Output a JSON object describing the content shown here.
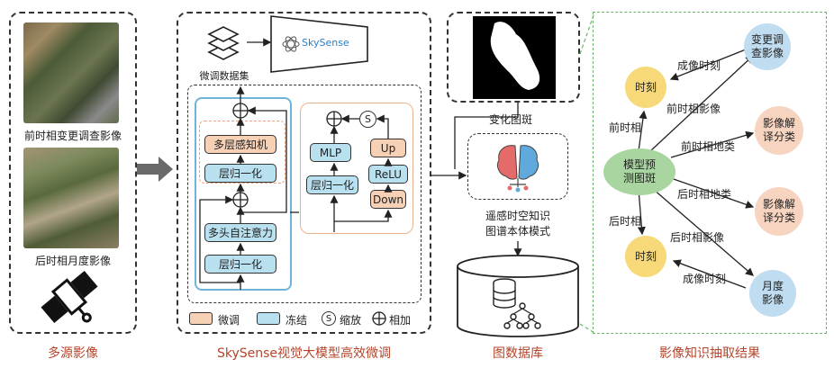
{
  "panel_captions": {
    "multi_source": "多源影像",
    "skysense": "SkySense视觉大模型高效微调",
    "graph_db": "图数据库",
    "knowledge": "影像知识抽取结果"
  },
  "images": {
    "pre_label": "前时相变更调查影像",
    "post_label": "后时相月度影像"
  },
  "model": {
    "dataset_label": "微调数据集",
    "skysense_name": "SkySense",
    "blocks": {
      "mlp_layer": "多层感知机",
      "layernorm_top": "层归一化",
      "attention": "多头自注意力",
      "layernorm_bottom": "层归一化",
      "adapter_mlp": "MLP",
      "adapter_layernorm": "层归一化",
      "up": "Up",
      "relu": "ReLU",
      "down": "Down",
      "scale_symbol": "S"
    },
    "legend": {
      "finetune": "微调",
      "frozen": "冻结",
      "scale_symbol": "S",
      "scale": "缩放",
      "add": "相加"
    }
  },
  "graph_db": {
    "change_patch": "变化图斑",
    "ontology": "遥感时空知识\n图谱本体模式"
  },
  "knowledge": {
    "center": "模型预\n测图斑",
    "time_top": "时刻",
    "time_bottom": "时刻",
    "change_image": "变更调\n查影像",
    "interp_1": "影像解\n译分类",
    "interp_2": "影像解\n译分类",
    "monthly_image": "月度\n影像",
    "edges": {
      "pre_phase": "前时相",
      "pre_image": "前时相影像",
      "pre_class": "前时相地类",
      "post_class": "后时相地类",
      "post_phase": "后时相",
      "post_image": "后时相影像",
      "acq_time_top": "成像时刻",
      "acq_time_bottom": "成像时刻"
    }
  },
  "colors": {
    "caption": "#b5442a",
    "finetune": "#f6d1b6",
    "frozen": "#b9e0ef",
    "center_node": "#a9d6a0",
    "time_node": "#f7d97a",
    "blue_node": "#bfdcf0",
    "pink_node": "#f6d4c0",
    "green_frame": "#6cb56a",
    "skysense_text": "#2a7fc9"
  }
}
